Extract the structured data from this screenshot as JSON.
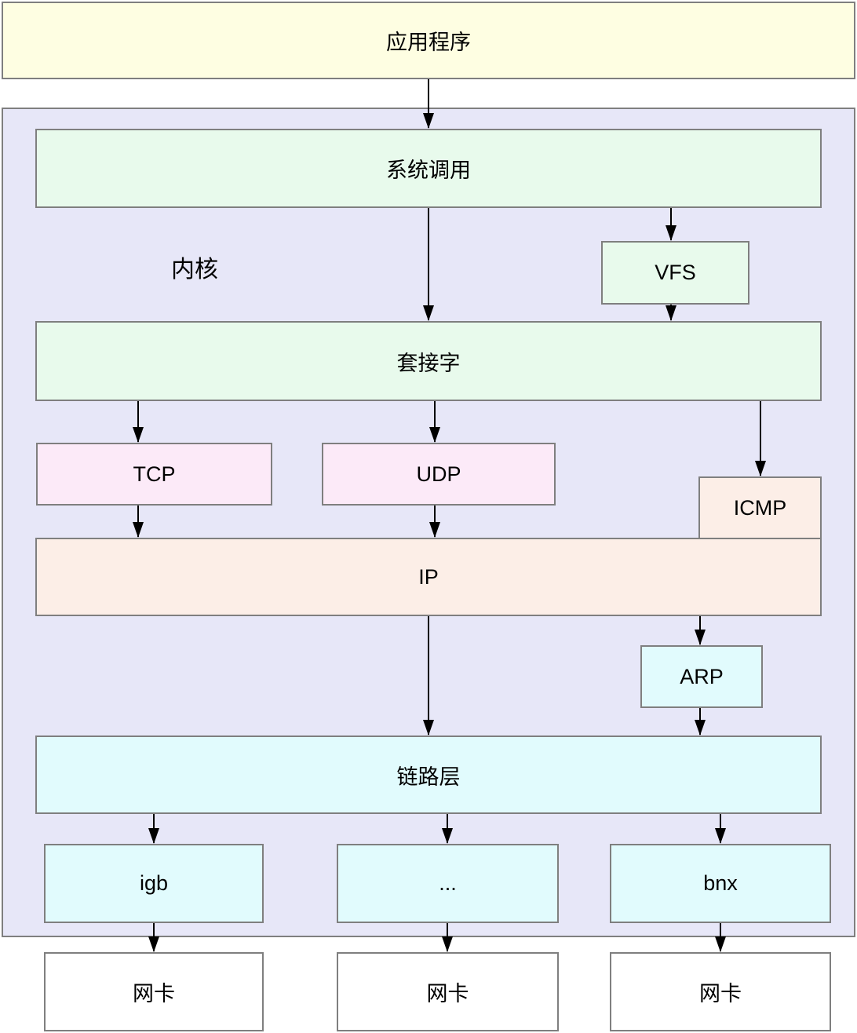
{
  "diagram": {
    "kernel_label": "内核",
    "nodes": {
      "app": "应用程序",
      "syscall": "系统调用",
      "vfs": "VFS",
      "socket": "套接字",
      "tcp": "TCP",
      "udp": "UDP",
      "icmp": "ICMP",
      "ip": "IP",
      "arp": "ARP",
      "link": "链路层",
      "igb": "igb",
      "dots": "...",
      "bnx": "bnx",
      "nic1": "网卡",
      "nic2": "网卡",
      "nic3": "网卡"
    },
    "edges": [
      {
        "from": "app",
        "to": "syscall"
      },
      {
        "from": "syscall",
        "to": "socket"
      },
      {
        "from": "syscall",
        "to": "vfs"
      },
      {
        "from": "vfs",
        "to": "socket"
      },
      {
        "from": "socket",
        "to": "tcp"
      },
      {
        "from": "socket",
        "to": "udp"
      },
      {
        "from": "socket",
        "to": "icmp"
      },
      {
        "from": "tcp",
        "to": "ip"
      },
      {
        "from": "udp",
        "to": "ip"
      },
      {
        "from": "ip",
        "to": "link"
      },
      {
        "from": "ip",
        "to": "arp"
      },
      {
        "from": "arp",
        "to": "link"
      },
      {
        "from": "link",
        "to": "igb"
      },
      {
        "from": "link",
        "to": "dots"
      },
      {
        "from": "link",
        "to": "bnx"
      },
      {
        "from": "igb",
        "to": "nic1"
      },
      {
        "from": "dots",
        "to": "nic2"
      },
      {
        "from": "bnx",
        "to": "nic3"
      }
    ],
    "colors": {
      "app_fill": "#FEFEE2",
      "kernel_fill": "#E7E7F8",
      "green_fill": "#E8FAEC",
      "pink_fill": "#FCEAF8",
      "peach_fill": "#FCEEE7",
      "cyan_fill": "#E1FBFD",
      "nic_fill": "#FFFFFF",
      "border": "#7F7F7F",
      "arrow": "#000000"
    }
  }
}
